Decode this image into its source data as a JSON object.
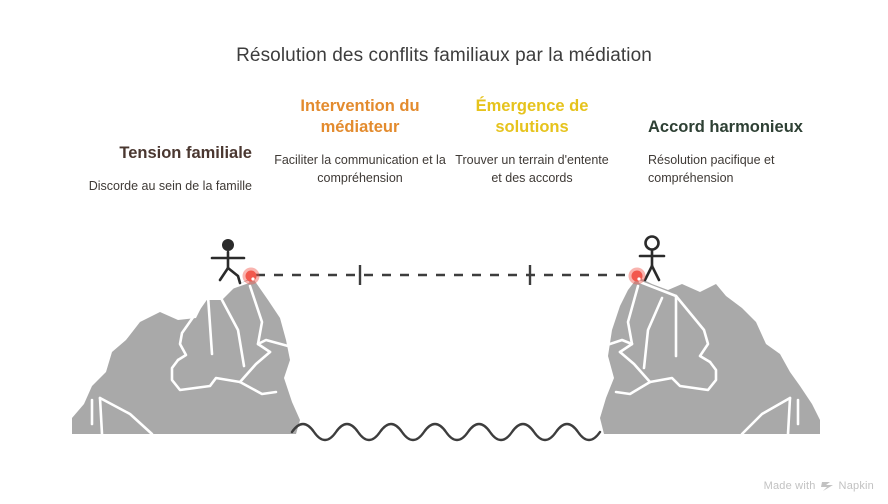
{
  "title": "Résolution des conflits familiaux par la médiation",
  "stages": [
    {
      "heading": "Tension familiale",
      "subtitle": "Discorde au sein de la famille",
      "color": "#4a3730",
      "align": "right"
    },
    {
      "heading": "Intervention du médiateur",
      "subtitle": "Faciliter la communication et la compréhension",
      "color": "#e38b2e",
      "align": "center"
    },
    {
      "heading": "Émergence de solutions",
      "subtitle": "Trouver un terrain d'entente et des accords",
      "color": "#e6c31d",
      "align": "center"
    },
    {
      "heading": "Accord harmonieux",
      "subtitle": "Résolution pacifique et compréhension",
      "color": "#2e4034",
      "align": "left"
    }
  ],
  "illustration": {
    "left_cliff_label": "left-cliff",
    "right_cliff_label": "right-cliff",
    "left_figure_label": "left-stick-figure",
    "right_figure_label": "right-stick-figure",
    "bridge_label": "dashed-bridge-line",
    "water_label": "water-waves",
    "anchor_color": "#f2584d",
    "cliff_color": "#a9a9a9",
    "line_color": "#3d3d3d"
  },
  "watermark": {
    "prefix": "Made with",
    "brand": "Napkin"
  }
}
